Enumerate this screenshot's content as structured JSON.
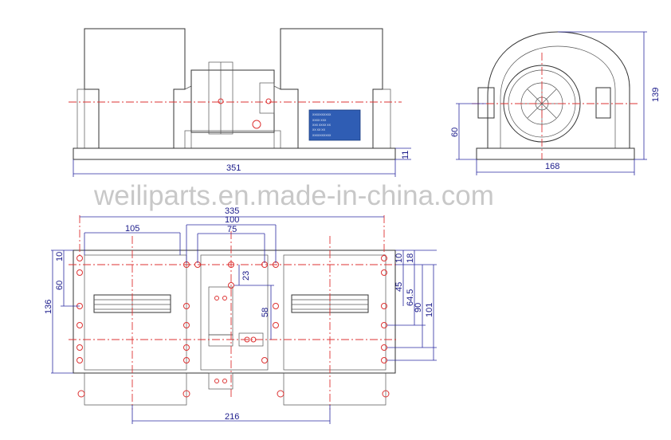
{
  "watermark": "weiliparts.en.made-in-china.com",
  "front_view": {
    "dims": {
      "width": "351",
      "base_height": "11"
    },
    "nameplate": {
      "title": "XXXXXXXXXX",
      "lines": [
        "XXXX  XXX",
        "XXX XXXX  XX",
        "XX XX XX",
        "XXXXXXXXXX"
      ]
    }
  },
  "side_view": {
    "dims": {
      "width": "168",
      "height": "139",
      "mount_height": "60"
    }
  },
  "bottom_view": {
    "dims": {
      "overall": "335",
      "span_100": "100",
      "span_75": "75",
      "span_105": "105",
      "span_216": "216",
      "left_10": "10",
      "left_60": "60",
      "left_136": "136",
      "mid_23": "23",
      "mid_58": "58",
      "right_10": "10",
      "right_18": "18",
      "right_45": "45",
      "right_64_5": "64.5",
      "right_90": "90",
      "right_101": "101"
    }
  }
}
